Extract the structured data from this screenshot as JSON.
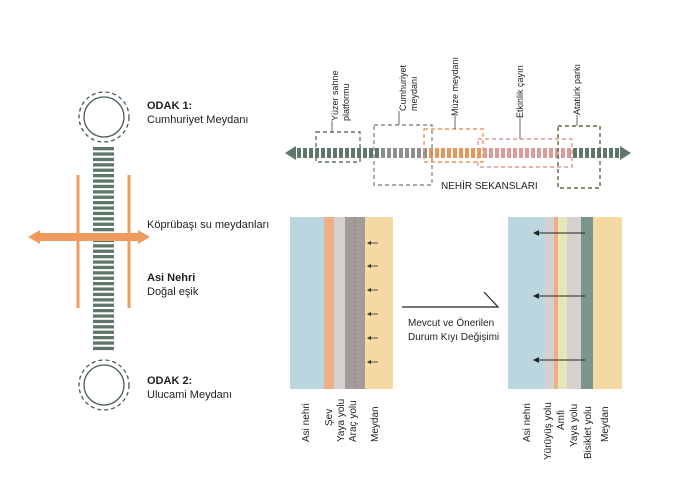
{
  "left_diagram": {
    "focus1_title": "ODAK 1:",
    "focus1_name": "Cumhuriyet Meydanı",
    "bridge_label": "Köprübaşı su meydanları",
    "river_title": "Asi Nehri",
    "river_sub": "Doğal eşik",
    "focus2_title": "ODAK 2:",
    "focus2_name": "Ulucami Meydanı"
  },
  "sequence": {
    "caption": "NEHİR SEKANSLARI",
    "labels": [
      {
        "line1": "Yüzer sahne",
        "line2": "platformu"
      },
      {
        "line1": "Cumhuriyet",
        "line2": "meydanı"
      },
      {
        "line1": "Müze meydanı",
        "line2": ""
      },
      {
        "line1": "Etkinlik çayırı",
        "line2": ""
      },
      {
        "line1": "Atatürk parkı",
        "line2": ""
      }
    ],
    "colors": {
      "dark": "#5f7768",
      "gray": "#8e8e8e",
      "orange": "#e8975c",
      "pink": "#dc9a98",
      "olive": "#5f6a3f"
    }
  },
  "sections": {
    "center_label_line1": "Mevcut ve Önerilen",
    "center_label_line2": "Durum Kıyı Değişimi",
    "current": [
      "Asi nehri",
      "Şev",
      "Yaya yolu",
      "Araç yolu",
      "Meydan"
    ],
    "proposed": [
      "Asi nehri",
      "Yürüyüş yolu",
      "Amfi",
      "Yaya yolu",
      "Bisiklet yolu",
      "Meydan"
    ],
    "colors": {
      "water": "#bcd6df",
      "slope": "#eeae86",
      "walk": "#d6d1d1",
      "road": "#a49c9a",
      "square": "#f5d9a2",
      "amfi": "#e5e6ba",
      "bike": "#7b958b"
    }
  }
}
